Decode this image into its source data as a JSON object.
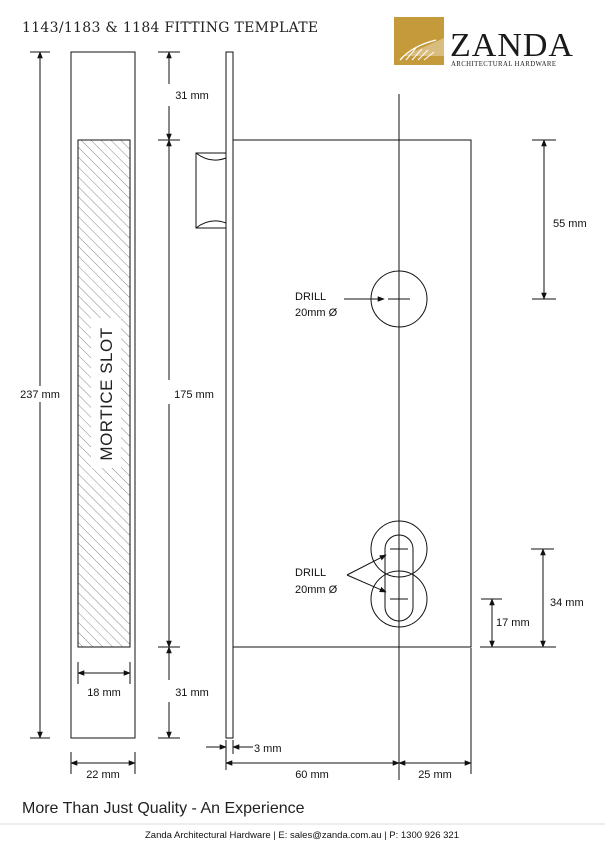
{
  "title": "1143/1183 & 1184 FITTING TEMPLATE",
  "logo": {
    "name": "ZANDA",
    "subtitle": "ARCHITECTURAL HARDWARE",
    "color": "#c59a3a"
  },
  "dimensions": {
    "total_height": "237 mm",
    "top_offset": "31 mm",
    "slot_height": "175 mm",
    "bottom_offset": "31 mm",
    "slot_width": "18 mm",
    "stile_width": "22 mm",
    "faceplate": "3 mm",
    "backset": "60 mm",
    "body_extension": "25 mm",
    "top_hole": "55 mm",
    "cylinder_centre": "34 mm",
    "cylinder_lower": "17 mm"
  },
  "labels": {
    "mortice_slot": "MORTICE SLOT",
    "drill_top_line1": "DRILL",
    "drill_top_line2": "20mm Ø",
    "drill_bottom_line1": "DRILL",
    "drill_bottom_line2": "20mm Ø"
  },
  "footer": {
    "tagline": "More Than Just Quality - An Experience",
    "contact": "Zanda Architectural Hardware | E: sales@zanda.com.au | P: 1300 926 321"
  }
}
